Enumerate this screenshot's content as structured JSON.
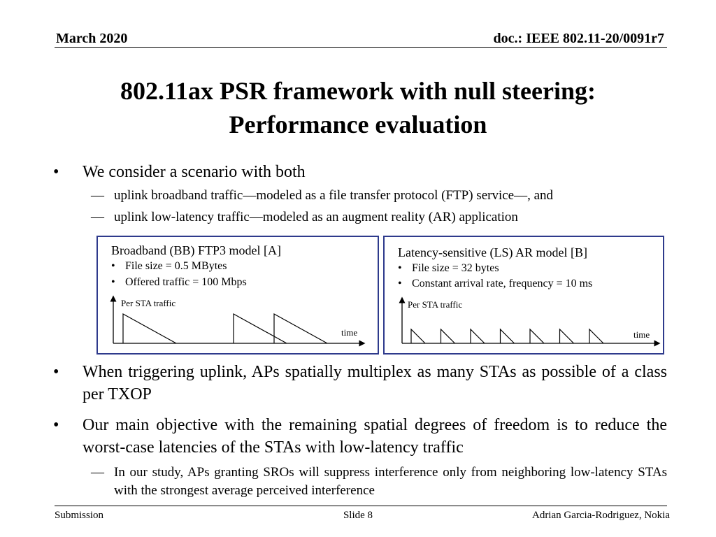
{
  "header": {
    "date": "March 2020",
    "doc": "doc.: IEEE 802.11-20/0091r7"
  },
  "title": {
    "line1": "802.11ax PSR framework with null steering:",
    "line2": "Performance evaluation"
  },
  "bullets": {
    "b1": "We consider a scenario with both",
    "b1_sub1": "uplink broadband traffic—modeled as a file transfer protocol (FTP) service—, and",
    "b1_sub2": "uplink low-latency traffic—modeled as an augment reality (AR) application",
    "b2": "When triggering uplink, APs spatially multiplex as many STAs as possible of a class per TXOP",
    "b3": "Our main objective with the remaining spatial degrees of freedom is to reduce the worst-case latencies of the STAs with low-latency traffic",
    "b3_sub1": "In our study, APs granting SROs will suppress interference only from neighboring low-latency STAs with the strongest average perceived interference",
    "bullet_glyph": "•",
    "dash_glyph": "—"
  },
  "boxes": {
    "bb": {
      "title": "Broadband (BB) FTP3 model [A]",
      "item1": "File size = 0.5 MBytes",
      "item2": "Offered traffic = 100 Mbps",
      "ylabel": "Per STA traffic",
      "xlabel": "time"
    },
    "ls": {
      "title": "Latency-sensitive (LS) AR model [B]",
      "item1": "File size = 32 bytes",
      "item2": "Constant arrival rate, frequency = 10 ms",
      "ylabel": "Per STA traffic",
      "xlabel": "time"
    },
    "border_color": "#2e3a8c"
  },
  "footer": {
    "left": "Submission",
    "center": "Slide 8",
    "right": "Adrian Garcia-Rodriguez, Nokia"
  }
}
